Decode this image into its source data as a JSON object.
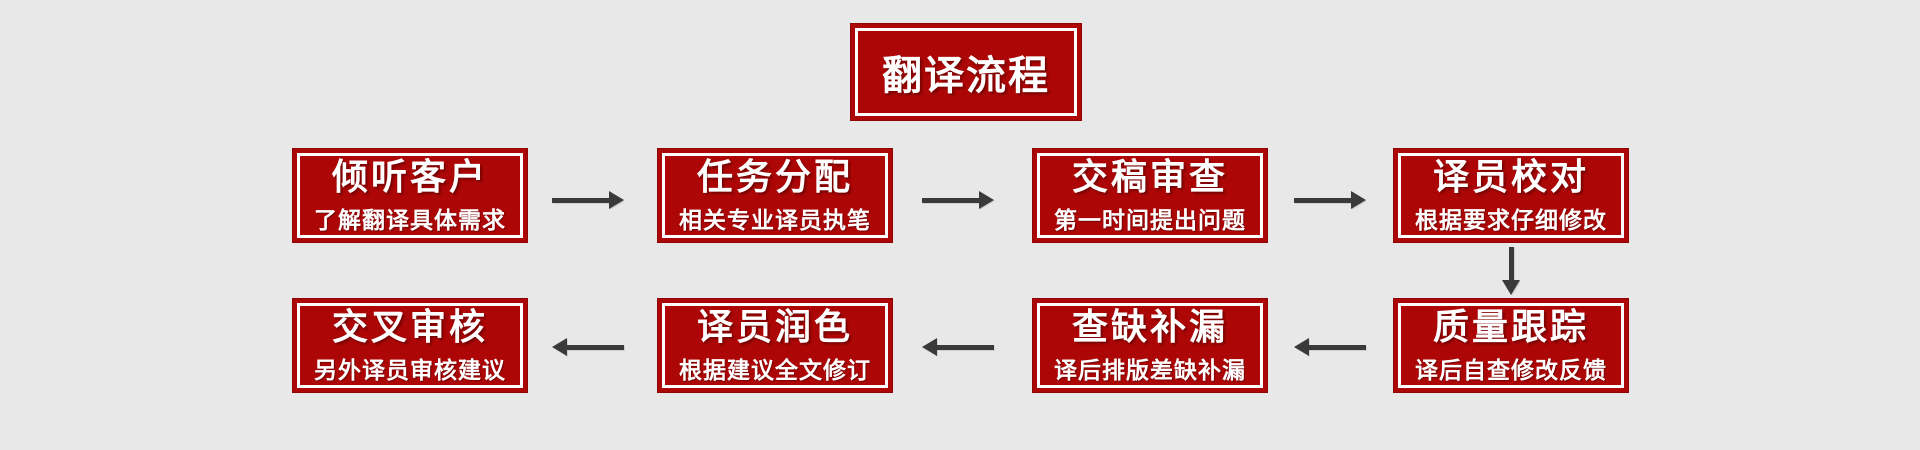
{
  "page": {
    "background_color": "#e9e8e8"
  },
  "colors": {
    "box_fill": "#ad0606",
    "box_inner_border": "#ffffff",
    "arrow": "#3a3a3a",
    "text": "#ffffff"
  },
  "title": {
    "label": "翻译流程"
  },
  "flow": {
    "top_row": [
      {
        "title": "倾听客户",
        "subtitle": "了解翻译具体需求"
      },
      {
        "title": "任务分配",
        "subtitle": "相关专业译员执笔"
      },
      {
        "title": "交稿审查",
        "subtitle": "第一时间提出问题"
      },
      {
        "title": "译员校对",
        "subtitle": "根据要求仔细修改"
      }
    ],
    "bottom_row": [
      {
        "title": "交叉审核",
        "subtitle": "另外译员审核建议"
      },
      {
        "title": "译员润色",
        "subtitle": "根据建议全文修订"
      },
      {
        "title": "查缺补漏",
        "subtitle": "译后排版差缺补漏"
      },
      {
        "title": "质量跟踪",
        "subtitle": "译后自查修改反馈"
      }
    ],
    "connections": [
      "top-1 -> top-2 (right arrow)",
      "top-2 -> top-3 (right arrow)",
      "top-3 -> top-4 (right arrow)",
      "top-4 -> bottom-4 (down arrow)",
      "bottom-4 -> bottom-3 (left arrow)",
      "bottom-3 -> bottom-2 (left arrow)",
      "bottom-2 -> bottom-1 (left arrow)"
    ]
  }
}
